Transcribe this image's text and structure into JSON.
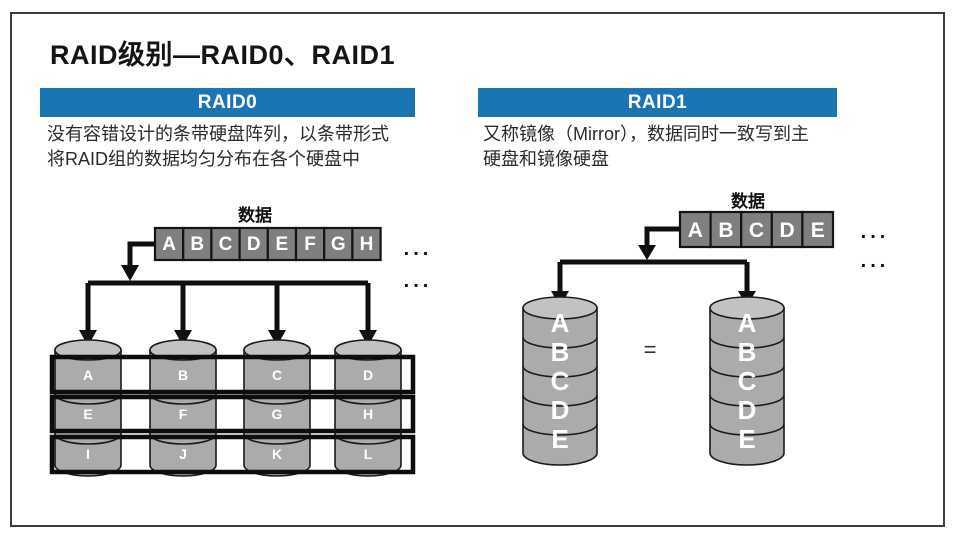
{
  "title": "RAID级别—RAID0、RAID1",
  "colors": {
    "header_bg": "#1B74B4",
    "header_text": "#FFFFFF",
    "data_cell_fill": "#7F7F7F",
    "cylinder_fill": "#ABABAB",
    "cylinder_top_fill": "#C2C2C2",
    "line_color": "#0F0F0F"
  },
  "panels": {
    "raid0": {
      "header": "RAID0",
      "description_lines": [
        "没有容错设计的条带硬盘阵列，以条带形式",
        "将RAID组的数据均匀分布在各个硬盘中"
      ],
      "data_label": "数据",
      "stream_cells": [
        "A",
        "B",
        "C",
        "D",
        "E",
        "F",
        "G",
        "H"
      ],
      "ellipsis": "...",
      "disks": [
        {
          "cells": [
            "A",
            "E",
            "I"
          ]
        },
        {
          "cells": [
            "B",
            "F",
            "J"
          ]
        },
        {
          "cells": [
            "C",
            "G",
            "K"
          ]
        },
        {
          "cells": [
            "D",
            "H",
            "L"
          ]
        }
      ]
    },
    "raid1": {
      "header": "RAID1",
      "description_lines": [
        "又称镜像（Mirror），数据同时一致写到主",
        "硬盘和镜像硬盘"
      ],
      "data_label": "数据",
      "stream_cells": [
        "A",
        "B",
        "C",
        "D",
        "E"
      ],
      "ellipsis": "...",
      "equals_sign": "=",
      "disks": [
        {
          "cells": [
            "A",
            "B",
            "C",
            "D",
            "E"
          ]
        },
        {
          "cells": [
            "A",
            "B",
            "C",
            "D",
            "E"
          ]
        }
      ]
    }
  }
}
